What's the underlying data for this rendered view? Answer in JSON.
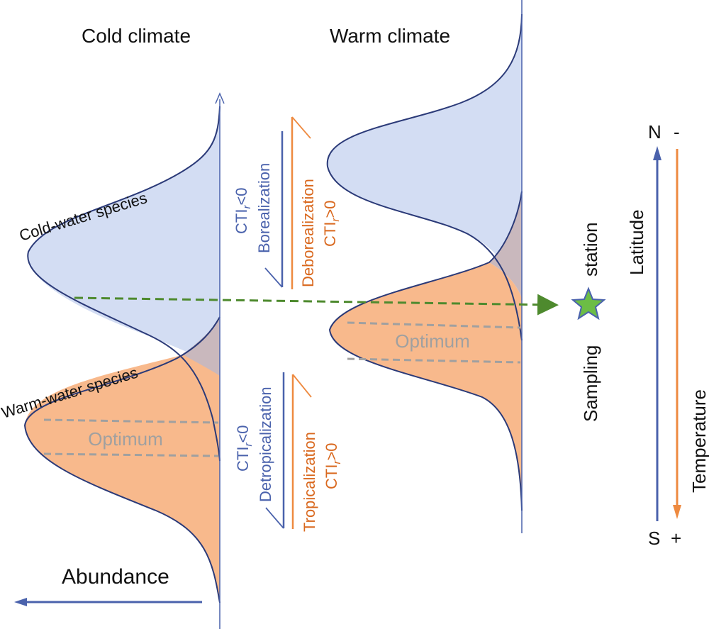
{
  "labels": {
    "cold_climate": "Cold climate",
    "warm_climate": "Warm climate",
    "cold_species": "Cold-water species",
    "warm_species": "Warm-water species",
    "optimum_cold": "Optimum",
    "optimum_warm": "Optimum",
    "borealization": "Borealization",
    "cti_neg_top": "CTI",
    "cti_neg_top_rest": "<0",
    "deborealization": "Deborealization",
    "cti_pos_top": "CTI",
    "cti_pos_top_rest": ">0",
    "detropicalization": "Detropicalization",
    "cti_neg_bottom": "CTI",
    "cti_neg_bottom_rest": "<0",
    "tropicalization": "Tropicalization",
    "cti_pos_bottom": "CTI",
    "cti_pos_bottom_rest": ">0",
    "subscript_r": "r",
    "sampling": "Sampling",
    "station": "station",
    "latitude": "Latitude",
    "temperature": "Temperature",
    "north": "N",
    "minus": "-",
    "south": "S",
    "plus": "+",
    "abundance": "Abundance"
  },
  "colors": {
    "blue_fill": "#d3ddf3",
    "orange_fill": "#f8b98c",
    "overlap_fill": "#c9b8bd",
    "blue_line": "#4a62ac",
    "dark_line": "#2b3a78",
    "orange_line": "#ee8a40",
    "orange_text": "#d9681e",
    "green_dash": "#4e8a2e",
    "star_fill": "#6cbd45",
    "optimum_gray": "#a0a0a0"
  }
}
